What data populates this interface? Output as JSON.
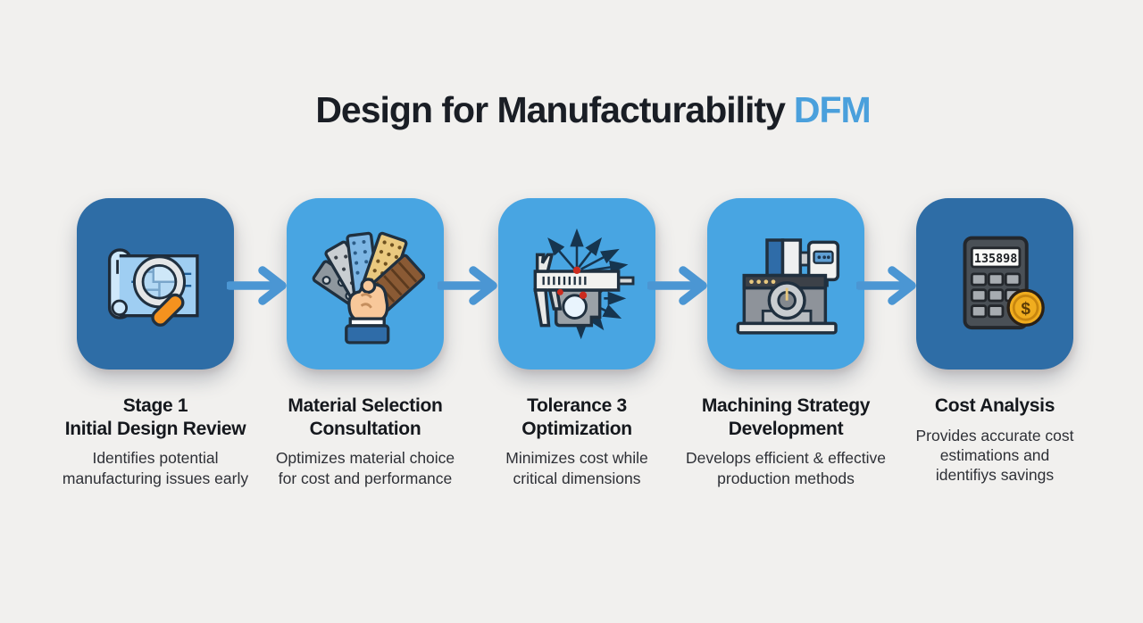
{
  "page": {
    "background_color": "#f1f0ee",
    "accent_blue": "#4aa0dc",
    "arrow_color": "#4b96d3",
    "card_dark_color": "#2e6da6",
    "card_light_color": "#48a5e2"
  },
  "title": {
    "text": "Design for Manufacturability",
    "highlight": "DFM"
  },
  "stages": [
    {
      "title_line1": "Stage 1",
      "title_line2": "Initial Design Review",
      "description": "Identifies potential manufacturing issues early",
      "icon": "blueprint-magnifier-icon",
      "card_color": "#2e6da6"
    },
    {
      "title_line1": "Material Selection",
      "title_line2": "Consultation",
      "description": "Optimizes material choice for cost and performance",
      "icon": "material-swatches-hand-icon",
      "card_color": "#48a5e2"
    },
    {
      "title_line1": "Tolerance 3",
      "title_line2": "Optimization",
      "description": "Minimizes cost while critical dimensions",
      "icon": "caliper-tolerance-icon",
      "card_color": "#48a5e2"
    },
    {
      "title_line1": "Machining Strategy",
      "title_line2": "Development",
      "description": "Develops efficient & effective production methods",
      "icon": "cnc-machine-icon",
      "card_color": "#48a5e2"
    },
    {
      "title_line1": "Cost Analysis",
      "title_line2": "",
      "description": "Provides accurate cost estimations and identifiys savings",
      "icon": "calculator-coin-icon",
      "card_color": "#2e6da6",
      "calculator_display": "135898",
      "coin_symbol": "$"
    }
  ]
}
